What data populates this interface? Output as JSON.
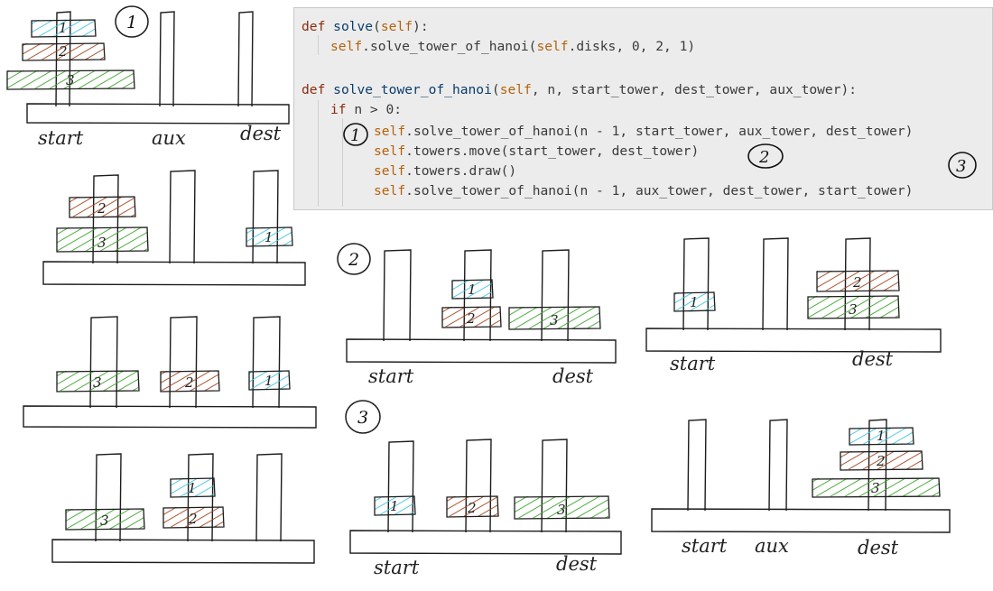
{
  "colors": {
    "disk_1": "#3fc7e0",
    "disk_2": "#a6421c",
    "disk_3": "#3aa52a",
    "code_bg": "#ececec",
    "keyword": "#8b2b10",
    "function_name": "#0a3d6b",
    "self_keyword": "#b4620b"
  },
  "code": {
    "line1": {
      "kw": "def",
      "fn": "solve",
      "pre": "(",
      "self": "self",
      "post": "):"
    },
    "line2": {
      "self": "self",
      "rest": ".solve_tower_of_hanoi(",
      "self2": "self",
      "rest2": ".disks, 0, 2, 1)"
    },
    "line3": {
      "kw": "def",
      "fn": "solve_tower_of_hanoi",
      "pre": "(",
      "self": "self",
      "post": ", n, start_tower, dest_tower, aux_tower):"
    },
    "line4": {
      "kw": "if",
      "rest": " n > 0:"
    },
    "line5": {
      "self": "self",
      "rest": ".solve_tower_of_hanoi(n - 1, start_tower, aux_tower, dest_tower)"
    },
    "line6": {
      "self": "self",
      "rest": ".towers.move(start_tower, dest_tower)"
    },
    "line7": {
      "self": "self",
      "rest": ".towers.draw()"
    },
    "line8": {
      "self": "self",
      "rest": ".solve_tower_of_hanoi(n - 1, aux_tower, dest_tower, start_tower)"
    }
  },
  "step_markers": {
    "one": "1",
    "two": "2",
    "three": "3"
  },
  "tower_labels": {
    "start": "start",
    "aux": "aux",
    "dest": "dest"
  },
  "disk_labels": {
    "d1": "1",
    "d2": "2",
    "d3": "3"
  }
}
